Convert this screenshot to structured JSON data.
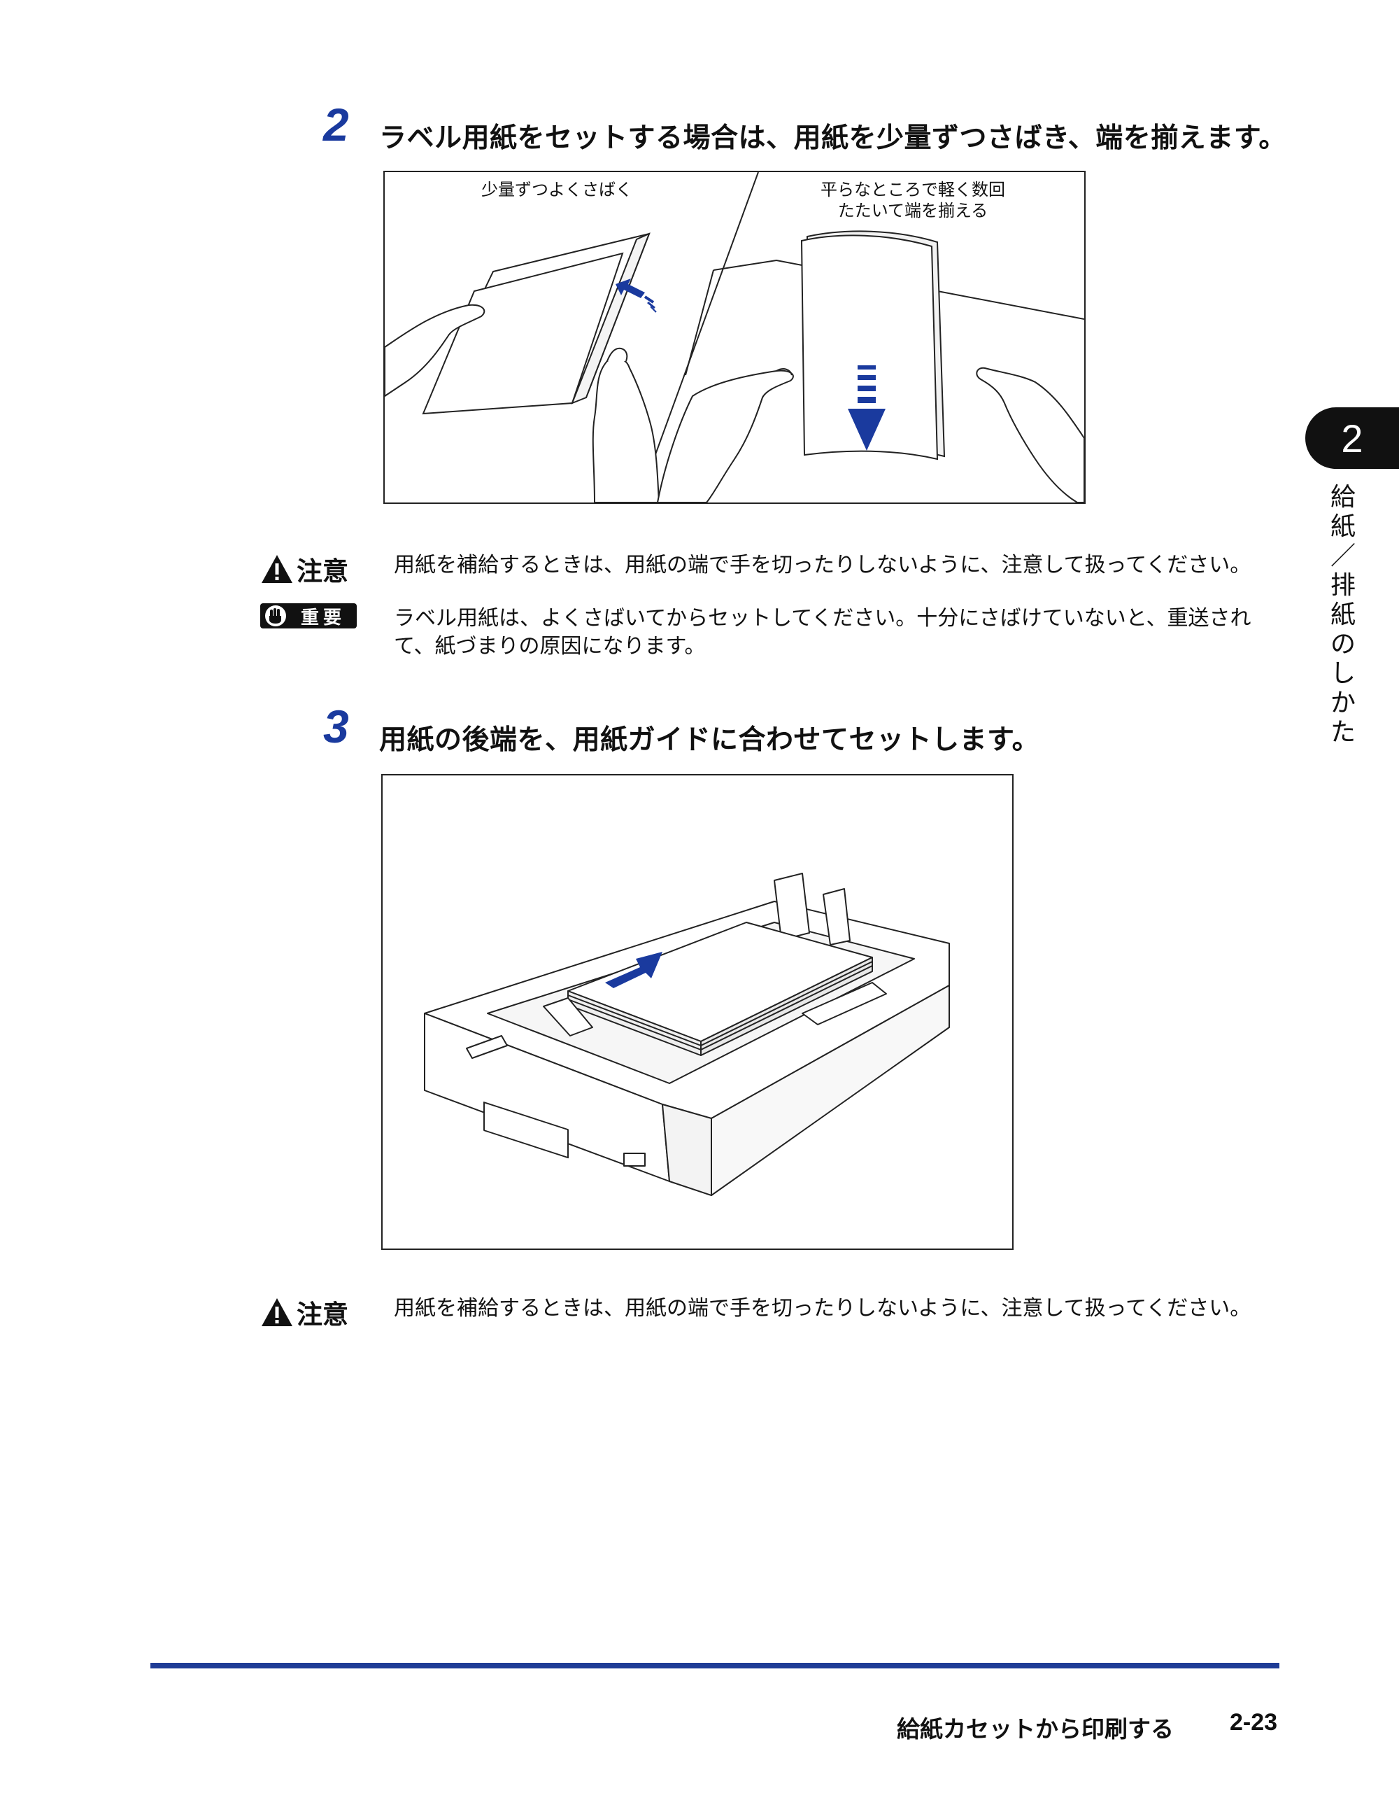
{
  "step2": {
    "number": "2",
    "text": "ラベル用紙をセットする場合は、用紙を少量ずつさばき、端を揃えます。",
    "figure": {
      "caption_left": "少量ずつよくさばく",
      "caption_right_line1": "平らなところで軽く数回",
      "caption_right_line2": "たたいて端を揃える"
    }
  },
  "caution1": {
    "label": "注意",
    "text": "用紙を補給するときは、用紙の端で手を切ったりしないように、注意して扱ってください。"
  },
  "important": {
    "label": "重要",
    "text": "ラベル用紙は、よくさばいてからセットしてください。十分にさばけていないと、重送されて、紙づまりの原因になります。"
  },
  "step3": {
    "number": "3",
    "text": "用紙の後端を、用紙ガイドに合わせてセットします。"
  },
  "caution2": {
    "label": "注意",
    "text": "用紙を補給するときは、用紙の端で手を切ったりしないように、注意して扱ってください。"
  },
  "chapter": {
    "number": "2",
    "title": "給紙／排紙のしかた"
  },
  "footer": {
    "section": "給紙カセットから印刷する",
    "page": "2-23"
  },
  "colors": {
    "accent": "#1f3c96",
    "arrow": "#1a3a9e"
  },
  "icons": [
    "warning-triangle-icon",
    "hand-stop-icon",
    "arrow-icon"
  ]
}
